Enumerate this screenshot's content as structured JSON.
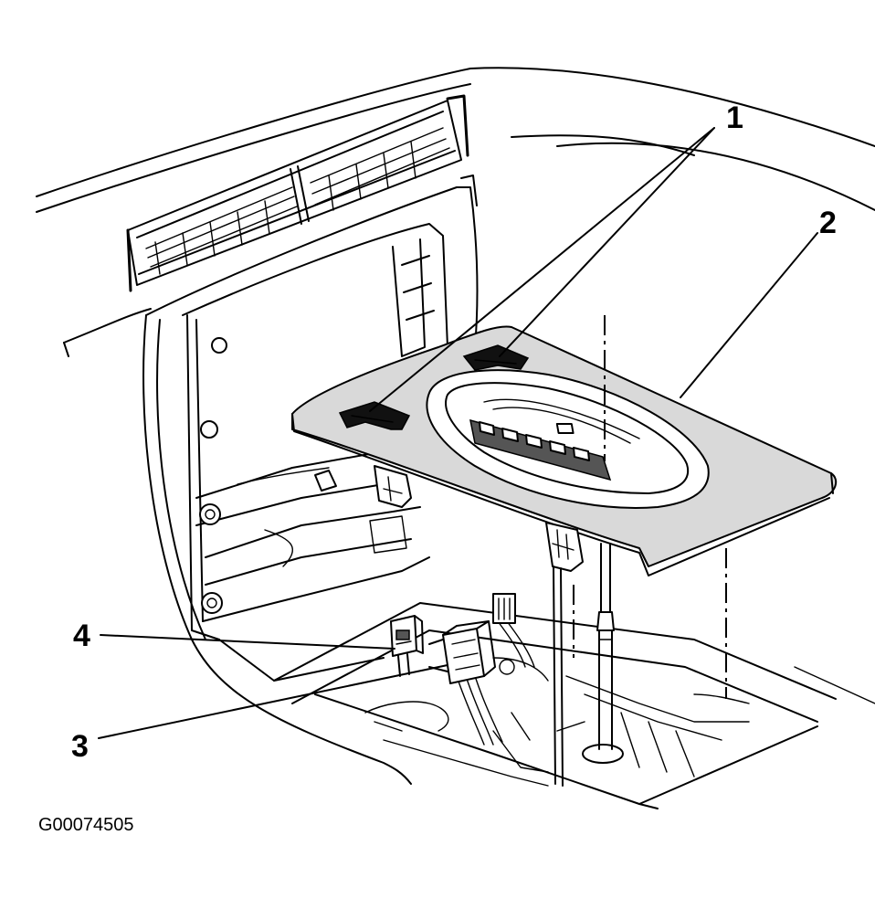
{
  "diagram": {
    "callouts": [
      {
        "id": "1",
        "label": "1"
      },
      {
        "id": "2",
        "label": "2"
      },
      {
        "id": "3",
        "label": "3"
      },
      {
        "id": "4",
        "label": "4"
      }
    ],
    "figure_id": "G00074505"
  }
}
